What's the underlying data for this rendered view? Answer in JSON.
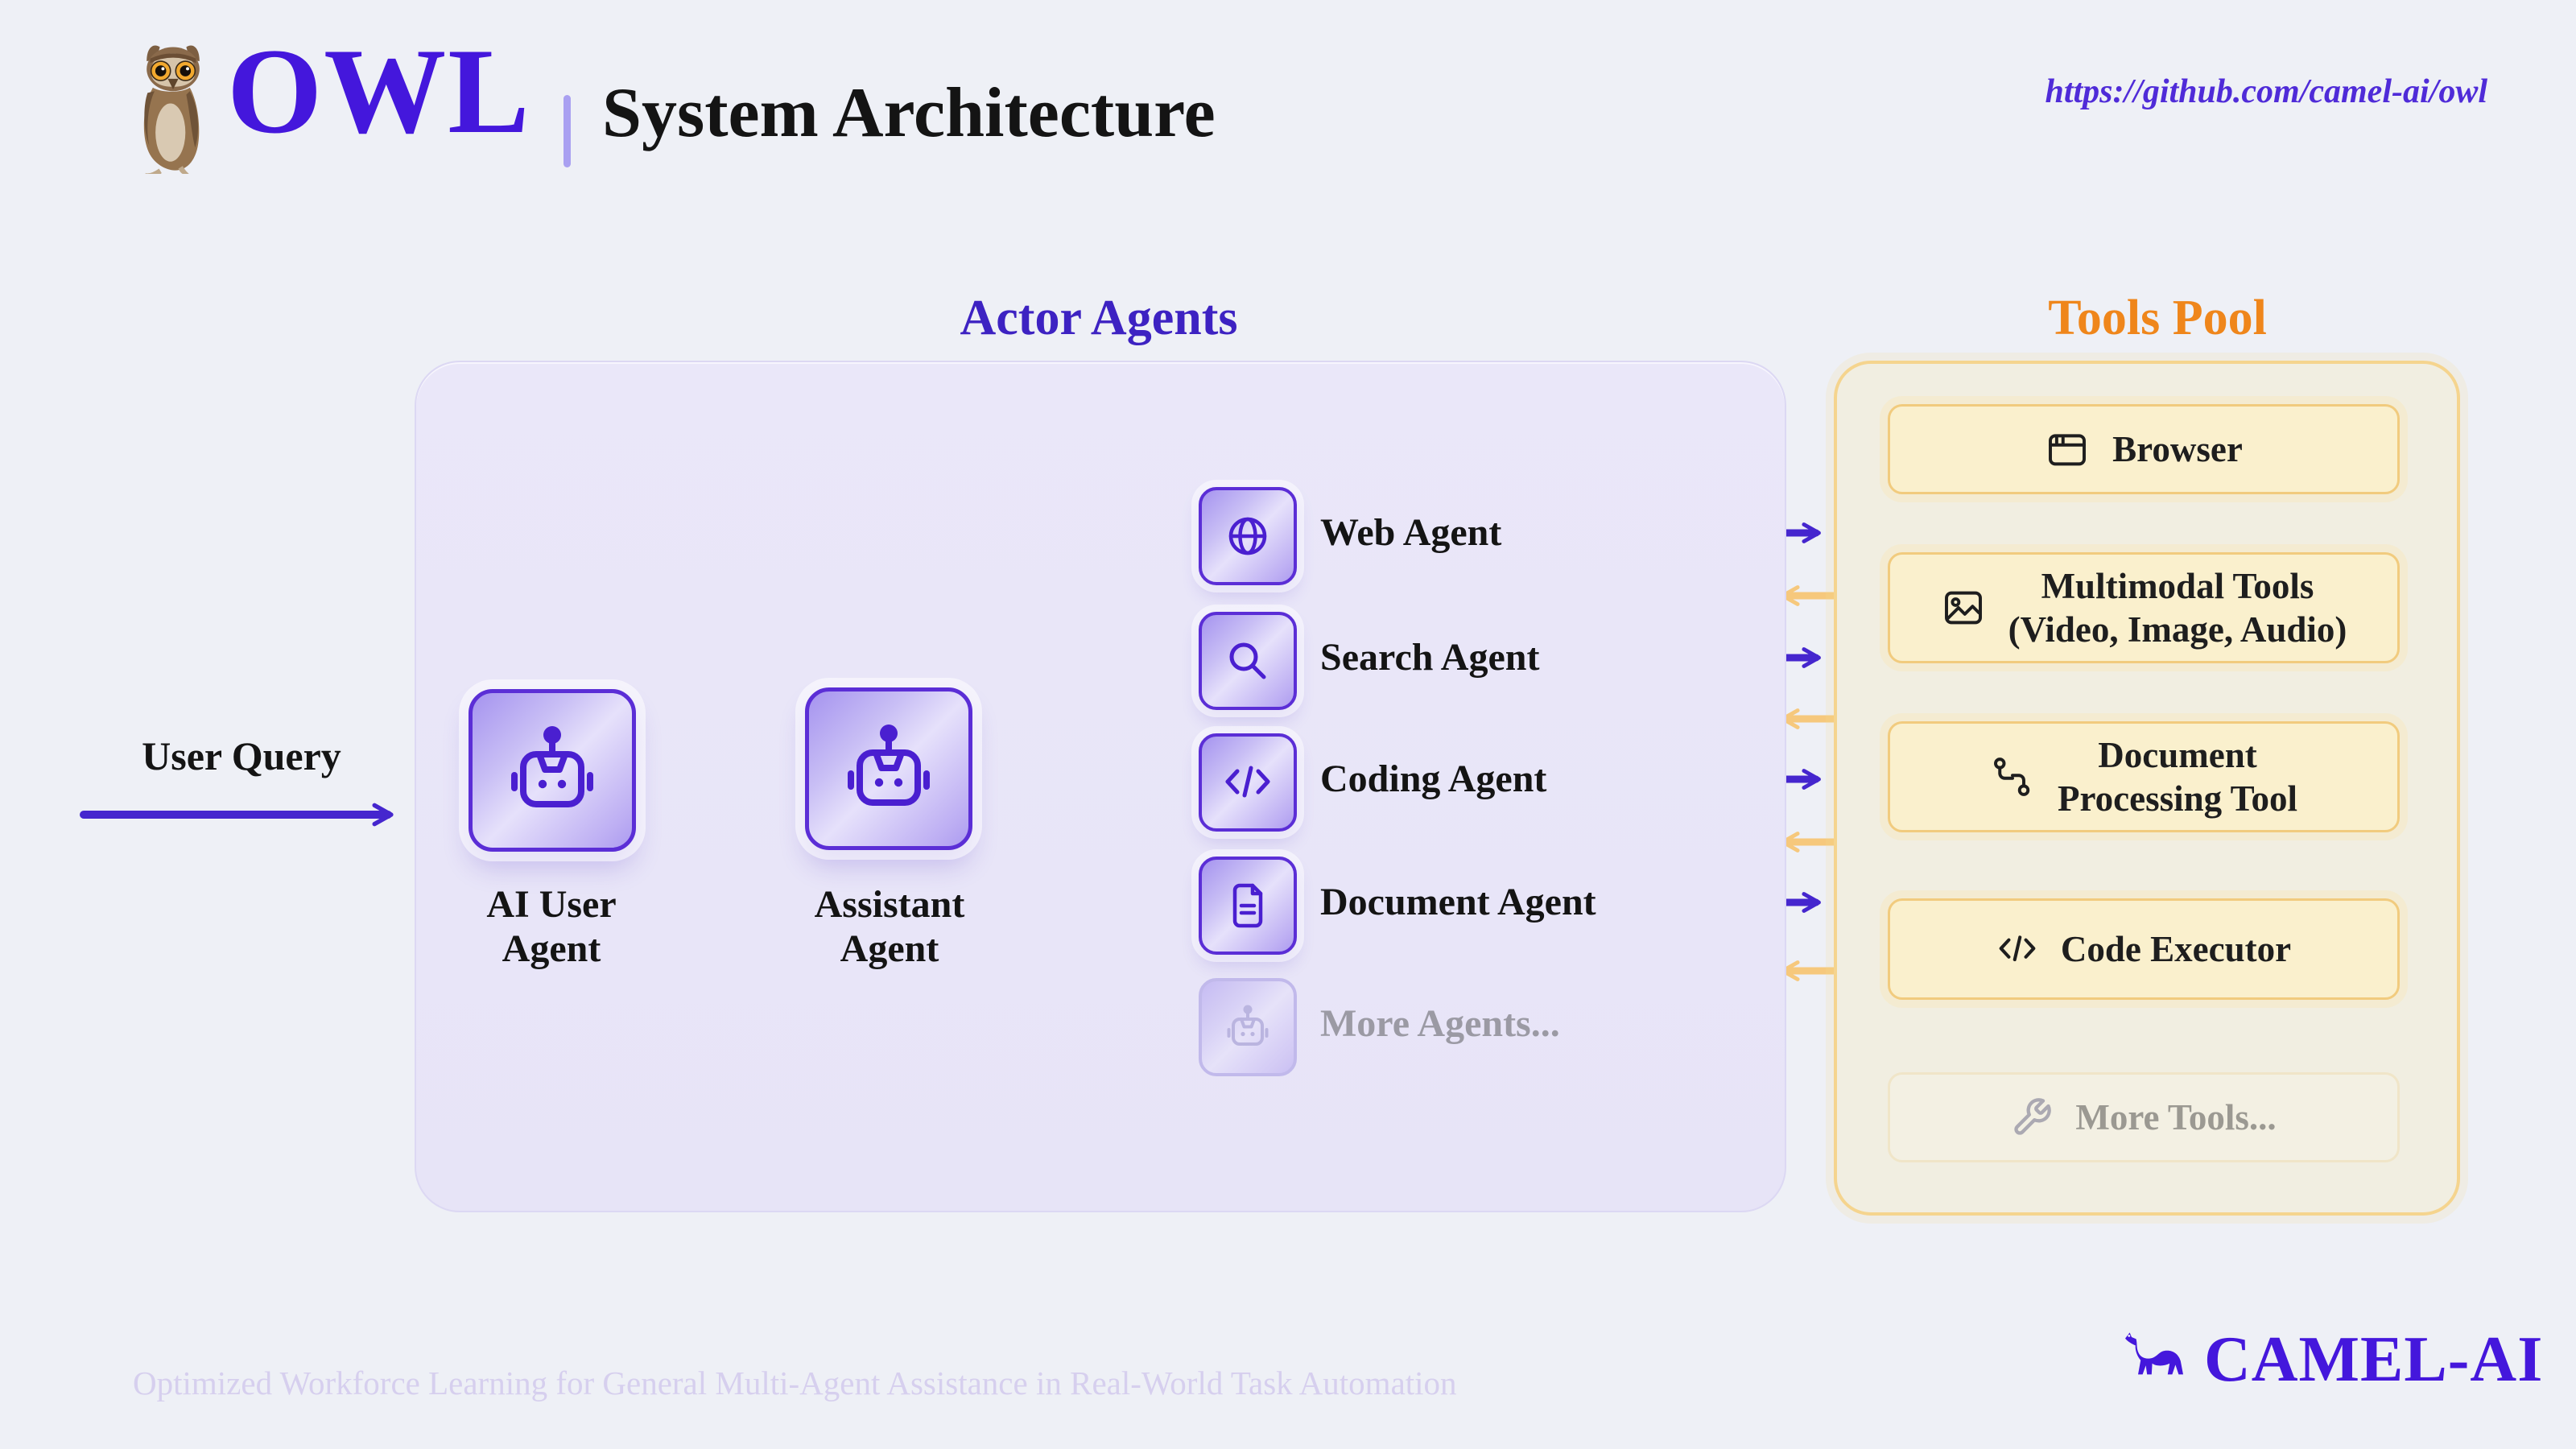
{
  "header": {
    "logo": "OWL",
    "title": "System Architecture",
    "link": "https://github.com/camel-ai/owl"
  },
  "user_query": {
    "label": "User Query"
  },
  "actor_section": {
    "title": "Actor Agents",
    "user_agent": {
      "label": "AI User Agent",
      "icon": "robot-icon"
    },
    "assistant_agent": {
      "label": "Assistant Agent",
      "icon": "robot-icon"
    },
    "agents": [
      {
        "label": "Web Agent",
        "icon": "globe-icon",
        "muted": false
      },
      {
        "label": "Search Agent",
        "icon": "search-icon",
        "muted": false
      },
      {
        "label": "Coding Agent",
        "icon": "code-icon",
        "muted": false
      },
      {
        "label": "Document Agent",
        "icon": "document-icon",
        "muted": false
      },
      {
        "label": "More Agents...",
        "icon": "robot-icon",
        "muted": true
      }
    ]
  },
  "tools_section": {
    "title": "Tools Pool",
    "tools": [
      {
        "lines": [
          "Browser"
        ],
        "icon": "browser-window-icon",
        "muted": false
      },
      {
        "lines": [
          "Multimodal Tools",
          "(Video, Image, Audio)"
        ],
        "icon": "image-icon",
        "muted": false
      },
      {
        "lines": [
          "Document",
          "Processing Tool"
        ],
        "icon": "route-icon",
        "muted": false
      },
      {
        "lines": [
          "Code Executor"
        ],
        "icon": "code-icon",
        "muted": false
      },
      {
        "lines": [
          "More Tools..."
        ],
        "icon": "wrench-icon",
        "muted": true
      }
    ]
  },
  "footer": {
    "tagline": "Optimized Workforce Learning for General Multi-Agent Assistance in Real-World Task Automation",
    "brand": "CAMEL-AI"
  },
  "colors": {
    "background": "#EEF0F6",
    "brand_purple": "#4417DC",
    "title_purple": "#3D22C2",
    "arrow_purple": "#4526CE",
    "icon_purple": "#4A1FD0",
    "square_border": "#5B2ED6",
    "actor_panel": "#E8E5F8",
    "tools_panel": "#F1EEE1",
    "tools_border": "#F5D48E",
    "tool_card": "#FAF0CD",
    "tool_card_border": "#F1CB7E",
    "orange_title": "#EF861B",
    "orange_arrow": "#F6C87C",
    "muted_gray": "#9B9AA4",
    "tagline": "#D6CFEE"
  }
}
